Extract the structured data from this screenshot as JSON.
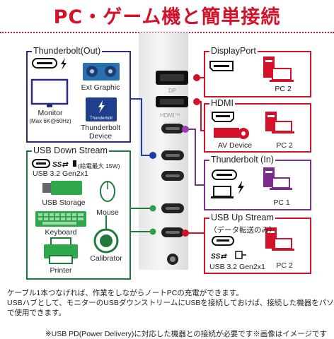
{
  "title": "PC・ゲーム機と簡単接続",
  "colors": {
    "red": "#d3122a",
    "navy": "#2b2d7a",
    "green": "#1f7a3c",
    "purple": "#7a2d8c",
    "blue": "#1c3ea8"
  },
  "thunderbolt_out": {
    "header": "Thunderbolt(Out)",
    "monitor_label": "Monitor",
    "monitor_sub": "(Max 6K@60Hz)",
    "ext_graphic": "Ext Graphic",
    "tb_device_line1": "Thunderbolt",
    "tb_device_line2": "Device",
    "tb_logo_text": "Thunderbolt"
  },
  "usb_down": {
    "header": "USB Down Stream",
    "power_note": "(給電最大 15W)",
    "usb_version": "USB 3.2 Gen2x1",
    "storage": "USB Storage",
    "mouse": "Mouse",
    "keyboard": "Keyboard",
    "calibrator": "Calibrator",
    "printer": "Printer"
  },
  "displayport": {
    "header": "DisplayPort",
    "pc": "PC 2"
  },
  "hdmi": {
    "header": "HDMI",
    "av": "AV Device",
    "pc": "PC 2"
  },
  "thunderbolt_in": {
    "header": "Thunderbolt (In)",
    "pc": "PC 1"
  },
  "usb_up": {
    "header": "USB Up Stream",
    "sub": "（データ転送のみ）",
    "usb_version": "USB 3.2 Gen2x1",
    "pc": "PC 2"
  },
  "ports": {
    "dp_label": "DP",
    "hdmi_label": "HDMI™"
  },
  "notes": {
    "line1": "ケーブル1本つなげれば、作業をしながらノートPCの充電ができます。",
    "line2": "USBハブとして、モニターのUSBダウンストリームにUSBを接続しておけば、接続した機器をパソコン",
    "line3": "で使用できます。",
    "footnote": "※USB PD(Power Delivery)に対応した機器との接続が必要です※画像はイメージです"
  }
}
